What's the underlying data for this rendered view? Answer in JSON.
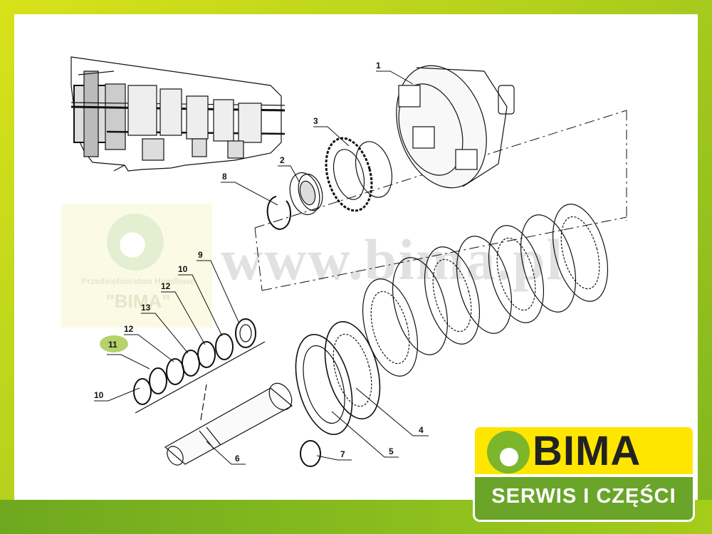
{
  "callouts": {
    "c1": "1",
    "c2": "2",
    "c3": "3",
    "c4": "4",
    "c5": "5",
    "c6": "6",
    "c7": "7",
    "c8": "8",
    "c9": "9",
    "c10a": "10",
    "c10b": "10",
    "c11": "11",
    "c12a": "12",
    "c12b": "12",
    "c13": "13"
  },
  "highlight_color": "#b4d36b",
  "watermark": {
    "url": "www.bima.pl",
    "company": "Przedsiębiorstwo Handlowe",
    "name": "\"BIMA\""
  },
  "logo": {
    "brand": "BIMA",
    "tagline": "SERWIS I CZĘŚCI"
  }
}
